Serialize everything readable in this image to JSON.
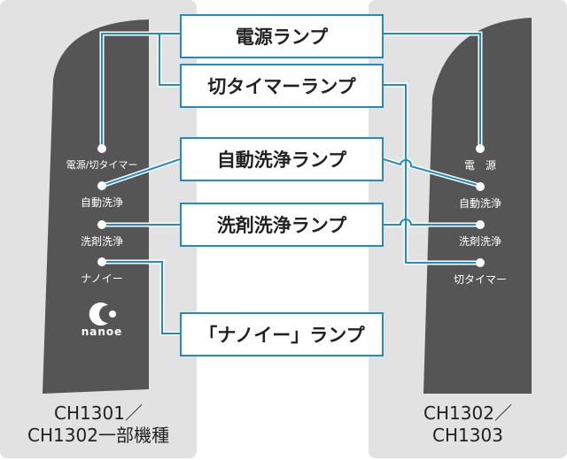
{
  "callouts": [
    "電源ランプ",
    "切タイマーランプ",
    "自動洗浄ランプ",
    "洗剤洗浄ランプ",
    "「ナノイー」ランプ"
  ],
  "left_remote": {
    "labels": [
      "電源/切タイマー",
      "自動洗浄",
      "洗剤洗浄",
      "ナノイー"
    ],
    "logo": "nanoe",
    "caption_line1": "CH1301／",
    "caption_line2": "CH1302一部機種"
  },
  "right_remote": {
    "labels": [
      "電　源",
      "自動洗浄",
      "洗剤洗浄",
      "切タイマー"
    ],
    "caption_line1": "CH1302／",
    "caption_line2": "CH1303"
  },
  "colors": {
    "line": "#1f8cc4",
    "remote": "#555555",
    "panel": "#e2e2e2"
  }
}
